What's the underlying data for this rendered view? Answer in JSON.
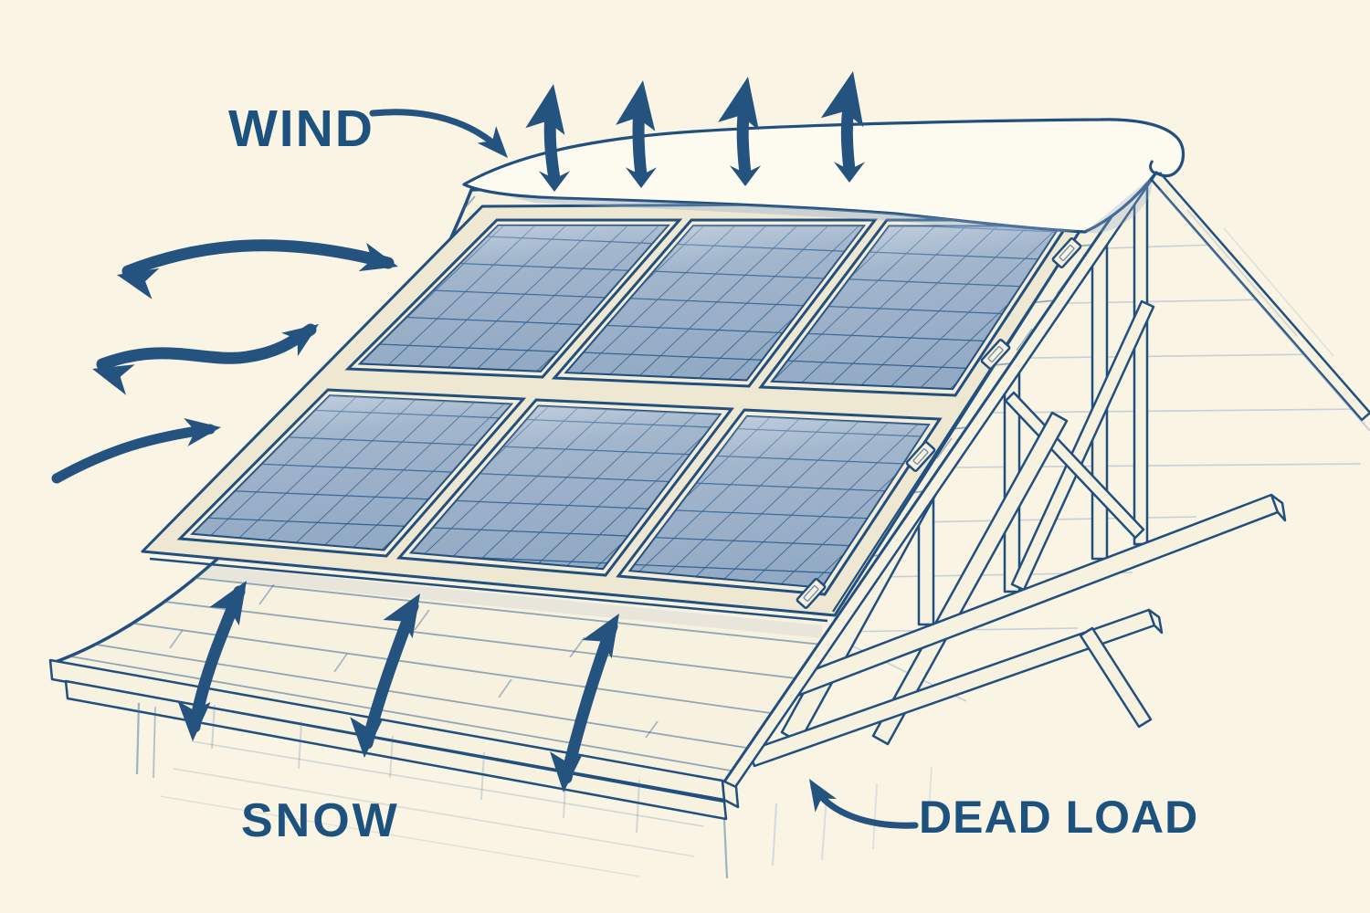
{
  "meta": {
    "description": "Hand-drawn blueprint-style diagram of structural loads acting on a rooftop solar panel array",
    "style": "sketch / blueprint illustration"
  },
  "labels": {
    "wind": "WIND",
    "snow": "SNOW",
    "dead_load": "DEAD LOAD"
  },
  "colors": {
    "background": "#f9f4e3",
    "ink": "#214f7e",
    "label_text": "#1d527f",
    "panel_fill": "#93aac4",
    "panel_grid": "#2d5e8e",
    "panel_frame": "#f3edda",
    "roof_cream": "#f7f1e0",
    "snow": "#fdfaf0",
    "snow_shadow": "rgba(148,174,205,0.38)",
    "faint_sketch": "#7d9cc2"
  },
  "solar_array": {
    "rows": 2,
    "columns": 3,
    "panel_count": 6,
    "cell_grid": "approx 6 x 5 cells per panel",
    "mount_bracket_count": 4
  },
  "arrows": {
    "uplift": {
      "semantic": "wind uplift / suction at ridge",
      "count": 4,
      "direction": "up"
    },
    "wind_streams": {
      "semantic": "wind flow gusts at left",
      "count": 3,
      "style": "two double-headed, one single-headed"
    },
    "snow_loads": {
      "semantic": "snow load on lower roof",
      "count": 3,
      "style": "double-headed, up-slope and down"
    },
    "wind_pointer": {
      "semantic": "label pointer from WIND to ridge",
      "direction": "down-right"
    },
    "dead_load_pointer": {
      "semantic": "label pointer from DEAD LOAD to eave structure",
      "direction": "up-left"
    }
  },
  "scene": {
    "elements": [
      "gable roof with shingles",
      "snow cap on ridge",
      "exposed end truss framing",
      "fascia boards at eave",
      "six solar panels on rail mounts"
    ]
  }
}
